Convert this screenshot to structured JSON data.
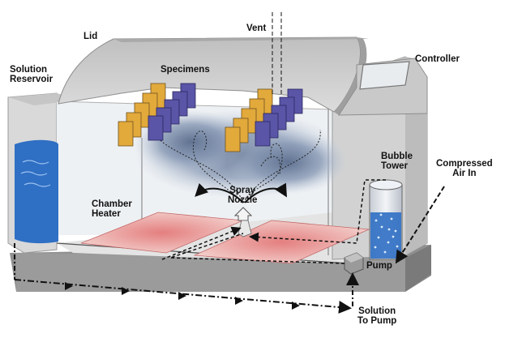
{
  "labels": {
    "lid": "Lid",
    "vent": "Vent",
    "controller": "Controller",
    "solution_reservoir_line1": "Solution",
    "solution_reservoir_line2": "Reservoir",
    "specimens": "Specimens",
    "bubble_tower_line1": "Bubble",
    "bubble_tower_line2": "Tower",
    "compressed_air_line1": "Compressed",
    "compressed_air_line2": "Air In",
    "spray_nozzle_line1": "Spray",
    "spray_nozzle_line2": "Nozzle",
    "chamber_heater_line1": "Chamber",
    "chamber_heater_line2": "Heater",
    "pump": "Pump",
    "solution_to_pump_line1": "Solution",
    "solution_to_pump_line2": "To Pump"
  },
  "colors": {
    "cabinet": "#d4d4d4",
    "cabinet_shade": "#a9a9a9",
    "base": "#8f8f8f",
    "specimen_gold": "#e2a93b",
    "specimen_purple": "#5a55a6",
    "solution_blue": "#2f6fc4",
    "heater_pink": "#e9a5a5",
    "fog": "#8fa2bd"
  }
}
